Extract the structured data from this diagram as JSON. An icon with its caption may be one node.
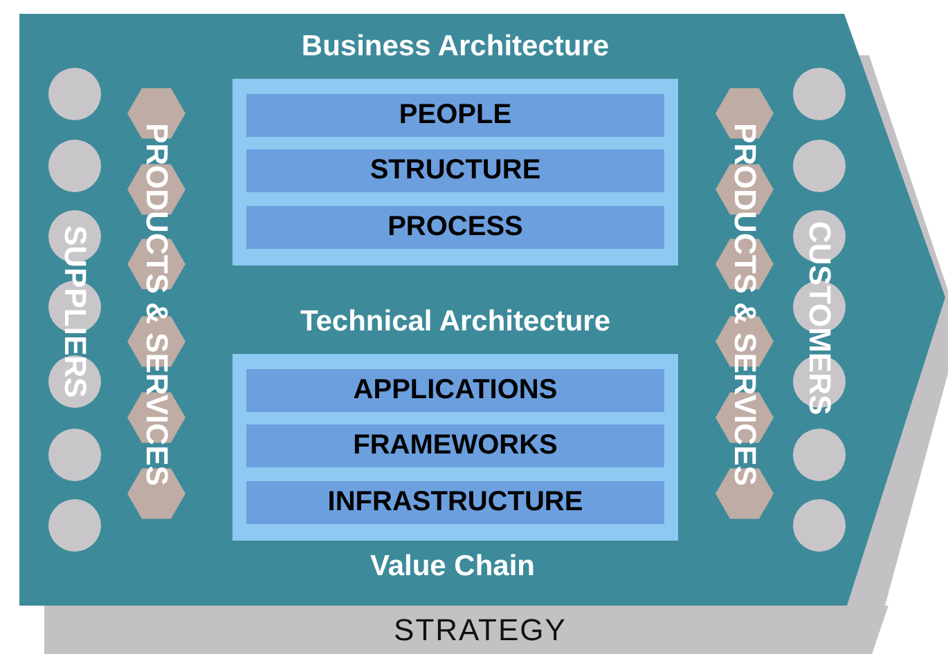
{
  "diagram": {
    "nodes": [
      {
        "text": [
          "STRATEGY"
        ]
      },
      {
        "text": [
          "Value Chain"
        ]
      },
      {
        "text": [
          "Business Architecture"
        ],
        "in": 1
      },
      {
        "text": [
          "PEOPLE"
        ],
        "in": 2
      },
      {
        "text": [
          "STRUCTURE"
        ],
        "in": 2
      },
      {
        "text": [
          "PROCESS"
        ],
        "in": 2
      },
      {
        "text": [
          "Technical Architecture"
        ],
        "in": 1
      },
      {
        "text": [
          "APPLICATIONS"
        ],
        "in": 6
      },
      {
        "text": [
          "FRAMEWORKS"
        ],
        "in": 6
      },
      {
        "text": [
          "INFRASTRUCTURE"
        ],
        "in": 6
      }
    ],
    "edges": [],
    "labels": [
      "SUPPLIERS",
      "PRODUCTS & SERVICES",
      "PRODUCTS & SERVICES",
      "CUSTOMERS"
    ]
  }
}
